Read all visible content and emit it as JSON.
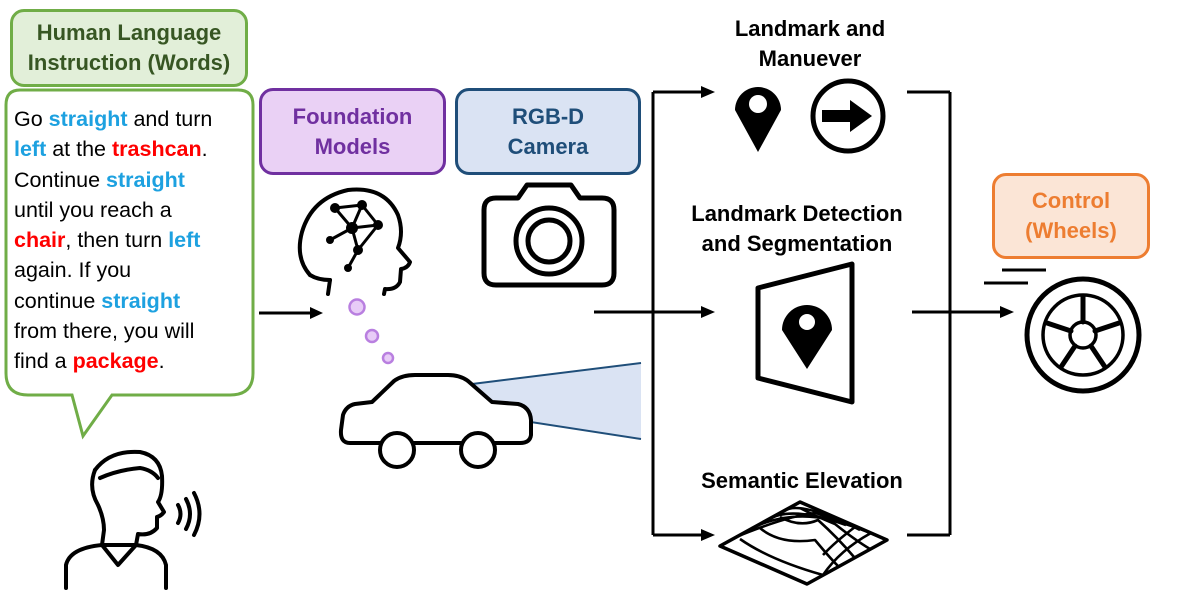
{
  "instruction": {
    "title_line1": "Human Language",
    "title_line2": "Instruction (Words)",
    "lines": [
      [
        {
          "t": "Go ",
          "k": "plain"
        },
        {
          "t": "straight",
          "k": "dir"
        },
        {
          "t": " and turn",
          "k": "plain"
        }
      ],
      [
        {
          "t": "left",
          "k": "dir"
        },
        {
          "t": " at the ",
          "k": "plain"
        },
        {
          "t": "trashcan",
          "k": "obj"
        },
        {
          "t": ".",
          "k": "plain"
        }
      ],
      [
        {
          "t": "Continue ",
          "k": "plain"
        },
        {
          "t": "straight",
          "k": "dir"
        }
      ],
      [
        {
          "t": "until you reach a",
          "k": "plain"
        }
      ],
      [
        {
          "t": "chair",
          "k": "obj"
        },
        {
          "t": ", then turn ",
          "k": "plain"
        },
        {
          "t": "left",
          "k": "dir"
        }
      ],
      [
        {
          "t": "again. If you",
          "k": "plain"
        }
      ],
      [
        {
          "t": "continue ",
          "k": "plain"
        },
        {
          "t": "straight",
          "k": "dir"
        }
      ],
      [
        {
          "t": "from there, you will",
          "k": "plain"
        }
      ],
      [
        {
          "t": "find a ",
          "k": "plain"
        },
        {
          "t": "package",
          "k": "obj"
        },
        {
          "t": ".",
          "k": "plain"
        }
      ]
    ]
  },
  "foundation_models": {
    "line1": "Foundation",
    "line2": "Models"
  },
  "camera": {
    "line1": "RGB-D",
    "line2": "Camera"
  },
  "landmark": {
    "line1": "Landmark and",
    "line2": "Manuever"
  },
  "detection": {
    "line1": "Landmark Detection",
    "line2": "and Segmentation"
  },
  "elevation": {
    "label": "Semantic Elevation"
  },
  "control": {
    "line1": "Control",
    "line2": "(Wheels)"
  },
  "icons": [
    "person-speaking-icon",
    "brain-network-icon",
    "thought-bubbles-icon",
    "car-icon",
    "camera-icon",
    "location-pin-icon",
    "right-arrow-icon",
    "segmentation-icon",
    "elevation-mesh-icon",
    "wheel-icon"
  ],
  "colors": {
    "green_border": "#70ad47",
    "green_fill": "#e2efd9",
    "green_text": "#375623",
    "purple": "#7030a0",
    "purple_fill": "#ead1f5",
    "purple_bubble": "#b97fe0",
    "navy": "#1f4e79",
    "blue_fill": "#dae3f3",
    "orange": "#ed7d31",
    "orange_fill": "#fbe5d6",
    "dir_keyword": "#1da1e0",
    "obj_keyword": "#ff0000"
  }
}
